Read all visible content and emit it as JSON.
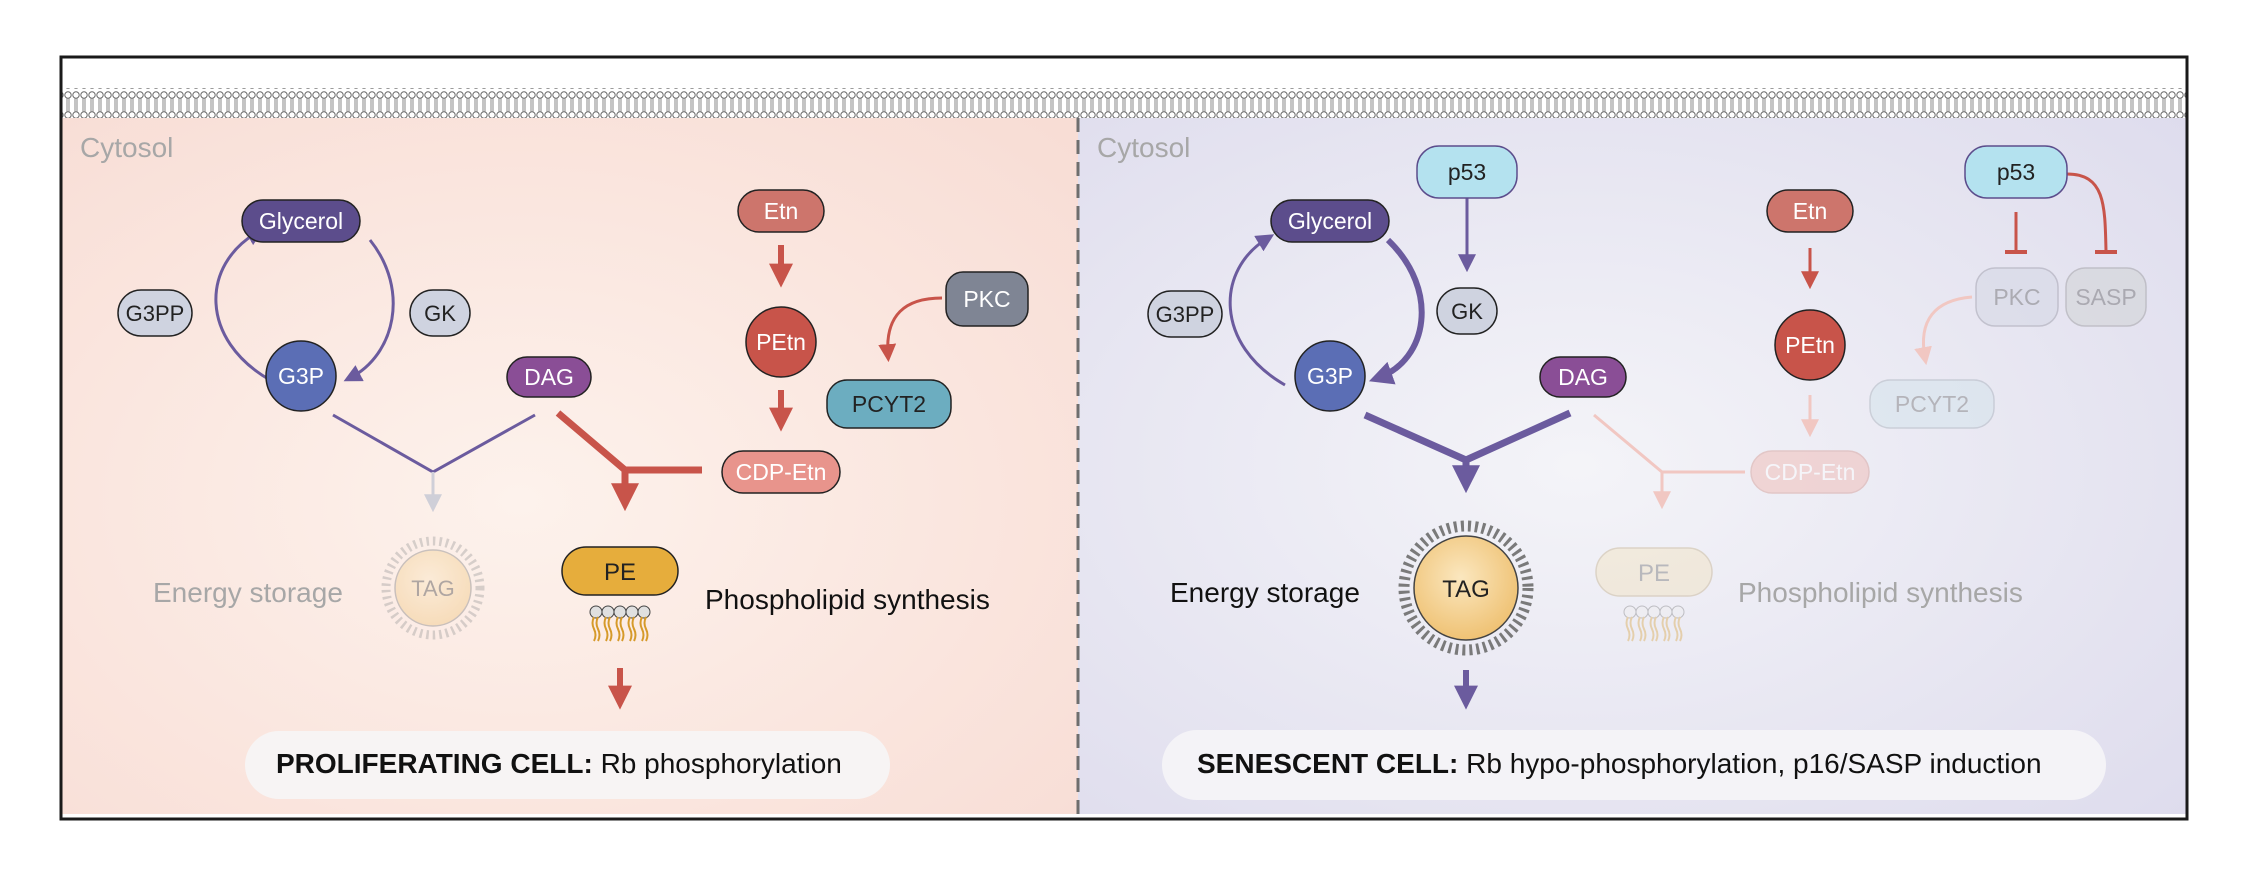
{
  "left_panel": {
    "compartment": "Cytosol",
    "nodes": {
      "glycerol": "Glycerol",
      "g3pp": "G3PP",
      "gk": "GK",
      "g3p": "G3P",
      "dag": "DAG",
      "etn": "Etn",
      "petn": "PEtn",
      "pkc": "PKC",
      "pcyt2": "PCYT2",
      "cdp_etn": "CDP-Etn",
      "tag": "TAG",
      "pe": "PE"
    },
    "energy_label": "Energy storage",
    "phospholipid_label": "Phospholipid synthesis",
    "banner_bold": "PROLIFERATING CELL:",
    "banner_text": " Rb phosphorylation"
  },
  "right_panel": {
    "compartment": "Cytosol",
    "nodes": {
      "p53_gk": "p53",
      "p53_pkc": "p53",
      "glycerol": "Glycerol",
      "g3pp": "G3PP",
      "gk": "GK",
      "g3p": "G3P",
      "dag": "DAG",
      "etn": "Etn",
      "petn": "PEtn",
      "pkc": "PKC",
      "sasp": "SASP",
      "pcyt2": "PCYT2",
      "cdp_etn": "CDP-Etn",
      "tag": "TAG",
      "pe": "PE"
    },
    "energy_label": "Energy storage",
    "phospholipid_label": "Phospholipid synthesis",
    "banner_bold": "SENESCENT CELL:",
    "banner_text": " Rb hypo-phosphorylation, p16/SASP induction"
  },
  "colors": {
    "purple_arrow": "#6b5b9e",
    "red_arrow": "#c8544a",
    "glycerol": "#5c4d8c",
    "g3p": "#5b6eb5",
    "dag": "#8a4e96",
    "etn": "#cd756c",
    "petn": "#c8544a",
    "pkc": "#7f8594",
    "pcyt2": "#6cadc0",
    "cdp_etn": "#e8948c",
    "pe": "#e6ad3c",
    "tag": "#f2cf8c",
    "p53": "#b4e2ef",
    "grey_node": "#cfd3e0"
  }
}
